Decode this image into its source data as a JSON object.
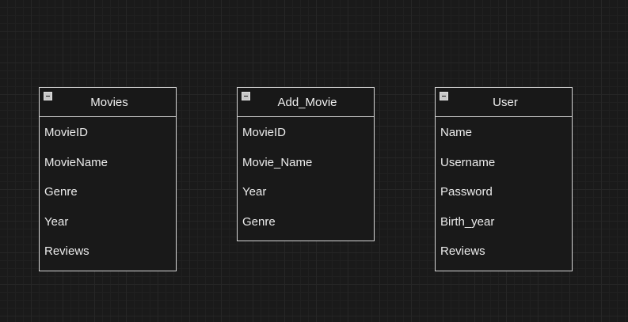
{
  "entities": {
    "movies": {
      "title": "Movies",
      "fields": [
        "MovieID",
        "MovieName",
        "Genre",
        "Year",
        "Reviews"
      ]
    },
    "add_movie": {
      "title": "Add_Movie",
      "fields": [
        "MovieID",
        "Movie_Name",
        "Year",
        "Genre"
      ]
    },
    "user": {
      "title": "User",
      "fields": [
        "Name",
        "Username",
        "Password",
        "Birth_year",
        "Reviews"
      ]
    }
  },
  "icons": {
    "collapse": "minus-square-icon"
  },
  "colors": {
    "background": "#1a1a1a",
    "entity_border": "#d6d6d6",
    "text": "#f0f0f0"
  }
}
